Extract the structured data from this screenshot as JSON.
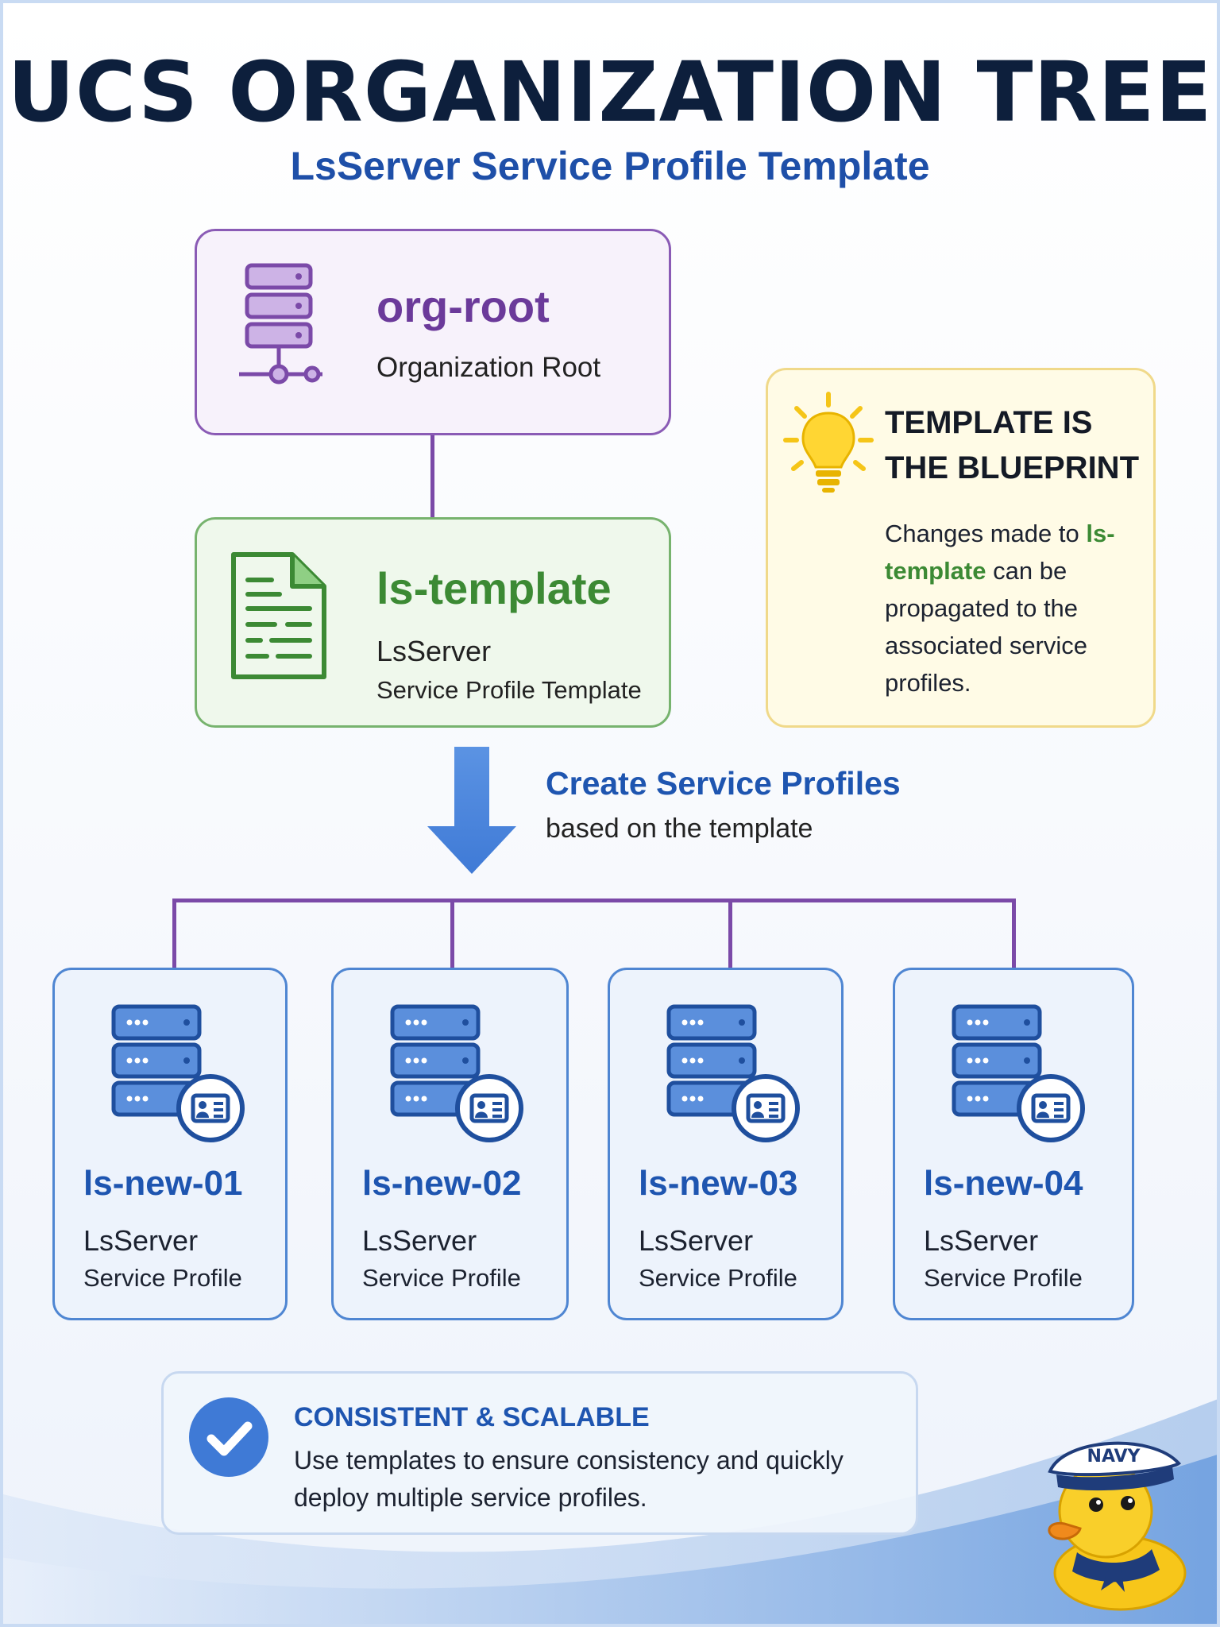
{
  "header": {
    "title": "UCS ORGANIZATION TREE",
    "subtitle": "LsServer Service Profile Template"
  },
  "root_node": {
    "name": "org-root",
    "description": "Organization Root",
    "icon": "server-tree-icon",
    "color": "#6b3a9a"
  },
  "template_node": {
    "name": "ls-template",
    "line1": "LsServer",
    "line2": "Service Profile Template",
    "icon": "document-icon",
    "color": "#3c8a34"
  },
  "tip": {
    "icon": "lightbulb-icon",
    "title": "TEMPLATE IS THE BLUEPRINT",
    "body_before": "Changes made to",
    "body_highlight": "ls-template",
    "body_after": "can be propagated to the associated service profiles."
  },
  "flow": {
    "arrow_icon": "arrow-down-icon",
    "title": "Create Service Profiles",
    "subtitle": "based on the template"
  },
  "profiles": [
    {
      "name": "ls-new-01",
      "line1": "LsServer",
      "line2": "Service Profile"
    },
    {
      "name": "ls-new-02",
      "line1": "LsServer",
      "line2": "Service Profile"
    },
    {
      "name": "ls-new-03",
      "line1": "LsServer",
      "line2": "Service Profile"
    },
    {
      "name": "ls-new-04",
      "line1": "LsServer",
      "line2": "Service Profile"
    }
  ],
  "banner": {
    "icon": "checkmark-icon",
    "title": "CONSISTENT & SCALABLE",
    "text": "Use templates to ensure consistency and quickly deploy multiple service profiles."
  },
  "mascot": {
    "icon": "navy-duck-icon",
    "hat_text": "NAVY"
  },
  "colors": {
    "title": "#0d1f3c",
    "accent_blue": "#1e55b0",
    "purple": "#7b4aa8",
    "green": "#3c8a34",
    "yellow": "#f5c518"
  }
}
